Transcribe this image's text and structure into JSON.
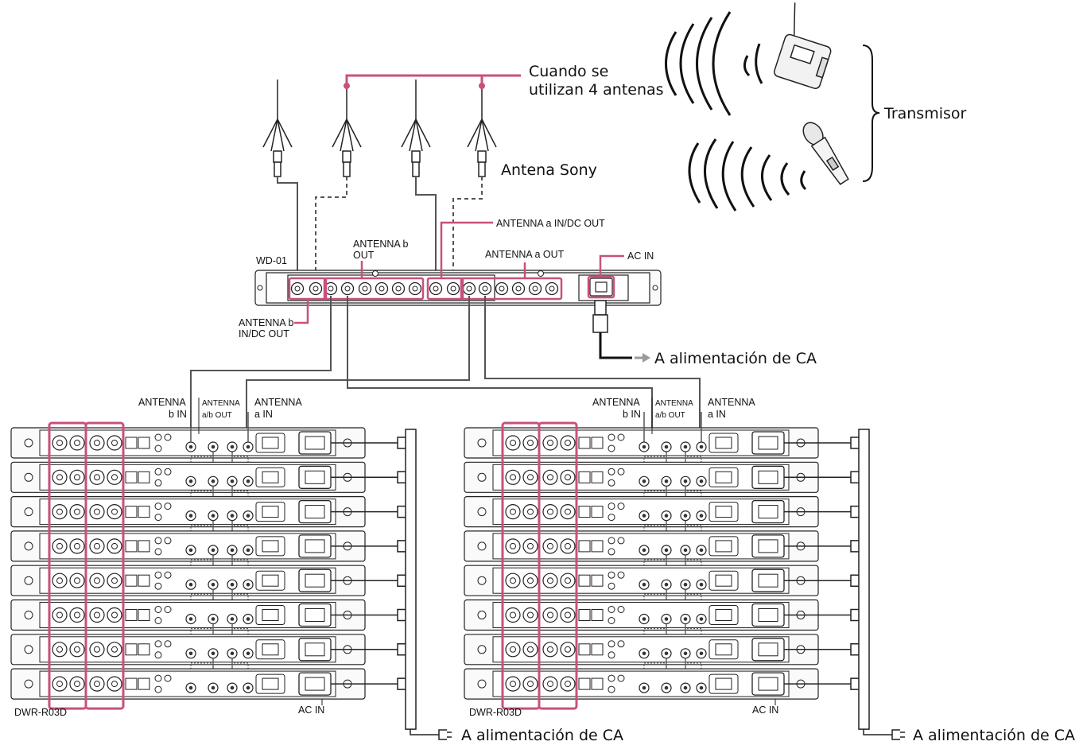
{
  "labels": {
    "four_antennas_line1": "Cuando se",
    "four_antennas_line2": "utilizan 4 antenas",
    "sony_antenna": "Antena Sony",
    "transmitter": "Transmisor",
    "wd01": "WD-01",
    "antenna_b_out_line1": "ANTENNA b",
    "antenna_b_out_line2": "OUT",
    "antenna_a_in_dc_out": "ANTENNA a IN/DC OUT",
    "antenna_a_out": "ANTENNA a OUT",
    "ac_in_top": "AC IN",
    "antenna_b_in_dc_out_line1": "ANTENNA b",
    "antenna_b_in_dc_out_line2": "IN/DC OUT",
    "ac_power_top": "A alimentación de CA",
    "rack_left": {
      "antenna_b_in_1": "ANTENNA",
      "antenna_b_in_2": "b IN",
      "antenna_ab_out_1": "ANTENNA",
      "antenna_ab_out_2": "a/b OUT",
      "antenna_a_in_1": "ANTENNA",
      "antenna_a_in_2": "a IN",
      "model": "DWR-R03D",
      "ac_in": "AC IN",
      "ac_power": "A alimentación de CA"
    },
    "rack_right": {
      "antenna_b_in_1": "ANTENNA",
      "antenna_b_in_2": "b IN",
      "antenna_ab_out_1": "ANTENNA",
      "antenna_ab_out_2": "a/b OUT",
      "antenna_a_in_1": "ANTENNA",
      "antenna_a_in_2": "a IN",
      "model": "DWR-R03D",
      "ac_in": "AC IN",
      "ac_power": "A alimentación de CA"
    }
  },
  "colors": {
    "highlight": "#c8507e",
    "cable": "#555555",
    "line": "#222222",
    "arrow": "#9a9a9a"
  },
  "receiver_count_per_rack": 8
}
